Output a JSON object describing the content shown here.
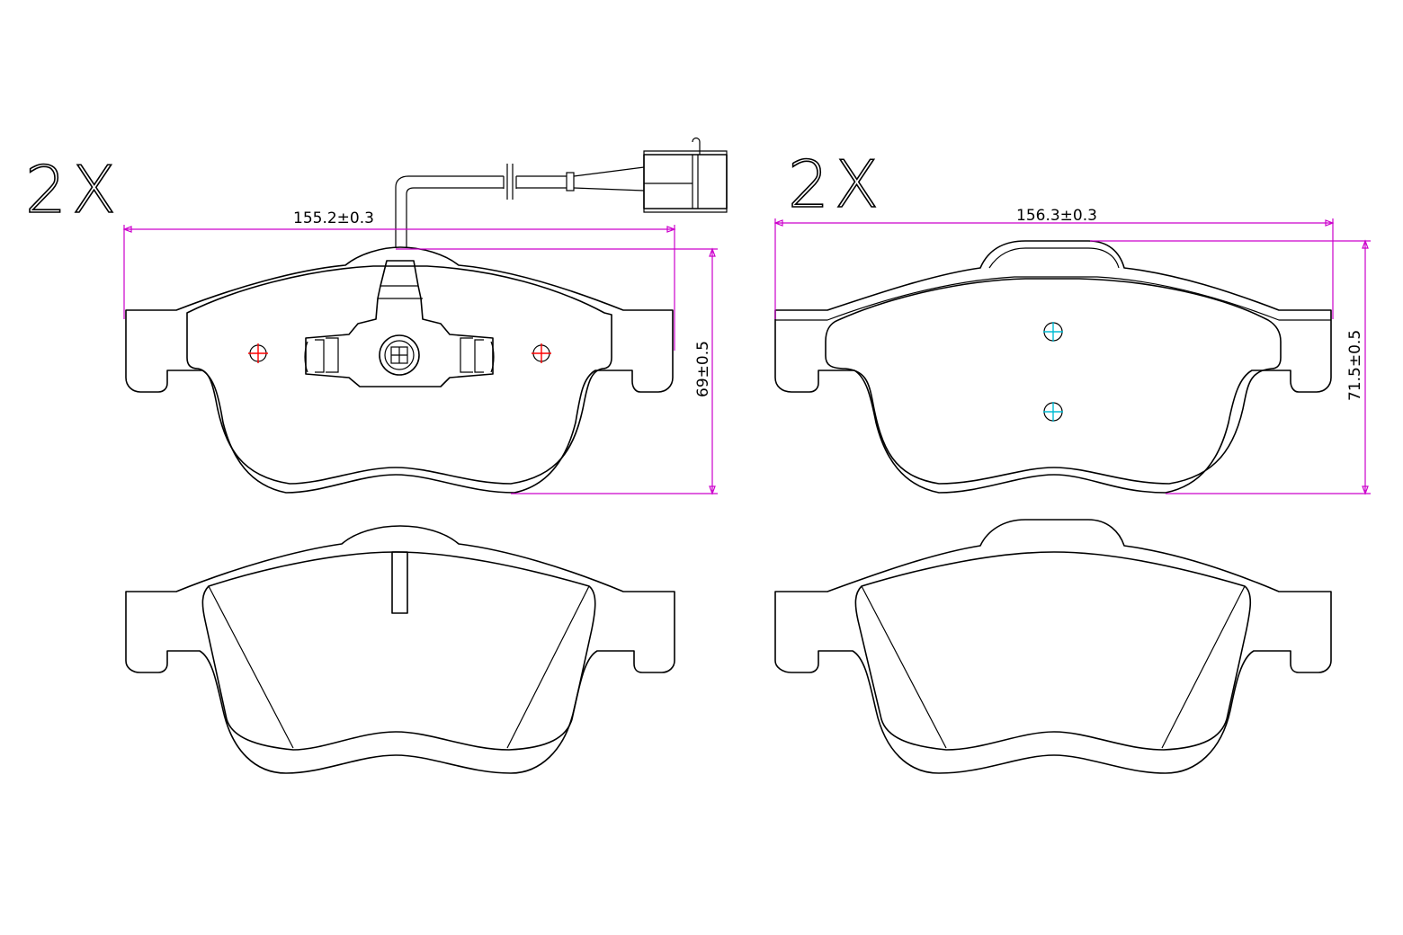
{
  "left_pad": {
    "quantity": "2X",
    "width_dim": "155.2±0.3",
    "height_dim": "69±0.5",
    "hole_color": "#ff0000",
    "has_wear_sensor": true
  },
  "right_pad": {
    "quantity": "2X",
    "width_dim": "156.3±0.3",
    "height_dim": "71.5±0.5",
    "hole_color": "#00bcd4",
    "has_wear_sensor": false
  },
  "colors": {
    "outline": "#000000",
    "dimension_line": "#cc00cc",
    "background": "#ffffff"
  }
}
